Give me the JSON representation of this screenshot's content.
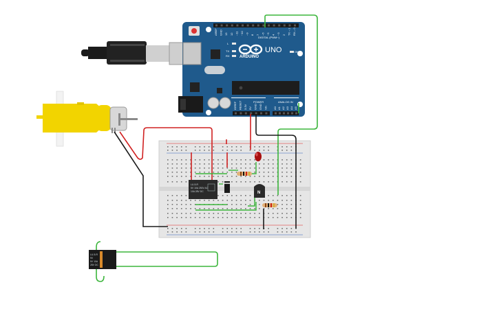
{
  "arduino": {
    "brand_text": "ARDUINO",
    "model_text": "UNO",
    "digital_label": "DIGITAL (PWM~)",
    "power_label": "POWER",
    "analog_label": "ANALOG IN",
    "on_label": "ON",
    "led_labels": [
      "L",
      "TX",
      "RX"
    ],
    "top_pin_labels": [
      "AREF",
      "GND",
      "13",
      "12",
      "~11",
      "~10",
      "~9",
      "8",
      "7",
      "~6",
      "~5",
      "4",
      "~3",
      "2",
      "TX→1",
      "RX←0"
    ],
    "power_pin_labels": [
      "IOREF",
      "RESET",
      "3.3V",
      "5V",
      "GND",
      "GND",
      "Vin"
    ],
    "analog_pin_labels": [
      "A0",
      "A1",
      "A2",
      "A3",
      "A4",
      "A5"
    ]
  },
  "relay": {
    "label_lines": [
      "LU-5-R",
      "5V 10A 250V AC",
      "10A 28V DC"
    ]
  },
  "battery": {
    "label_lines": [
      "LU-5-R",
      "9V",
      "5V 10A",
      "28V DC"
    ]
  },
  "transistor": {
    "label": "N"
  },
  "colors": {
    "board_blue": "#1f5a8c",
    "board_blue_light": "#2a6aa2",
    "wire_green": "#3bb53b",
    "wire_red": "#d02020",
    "wire_black": "#1a1a1a",
    "motor_yellow": "#f2d400",
    "breadboard": "#e6e6e6"
  },
  "icons": [
    "usb-plug-icon",
    "dc-motor-icon",
    "infinity-logo-icon",
    "power-jack-icon"
  ]
}
